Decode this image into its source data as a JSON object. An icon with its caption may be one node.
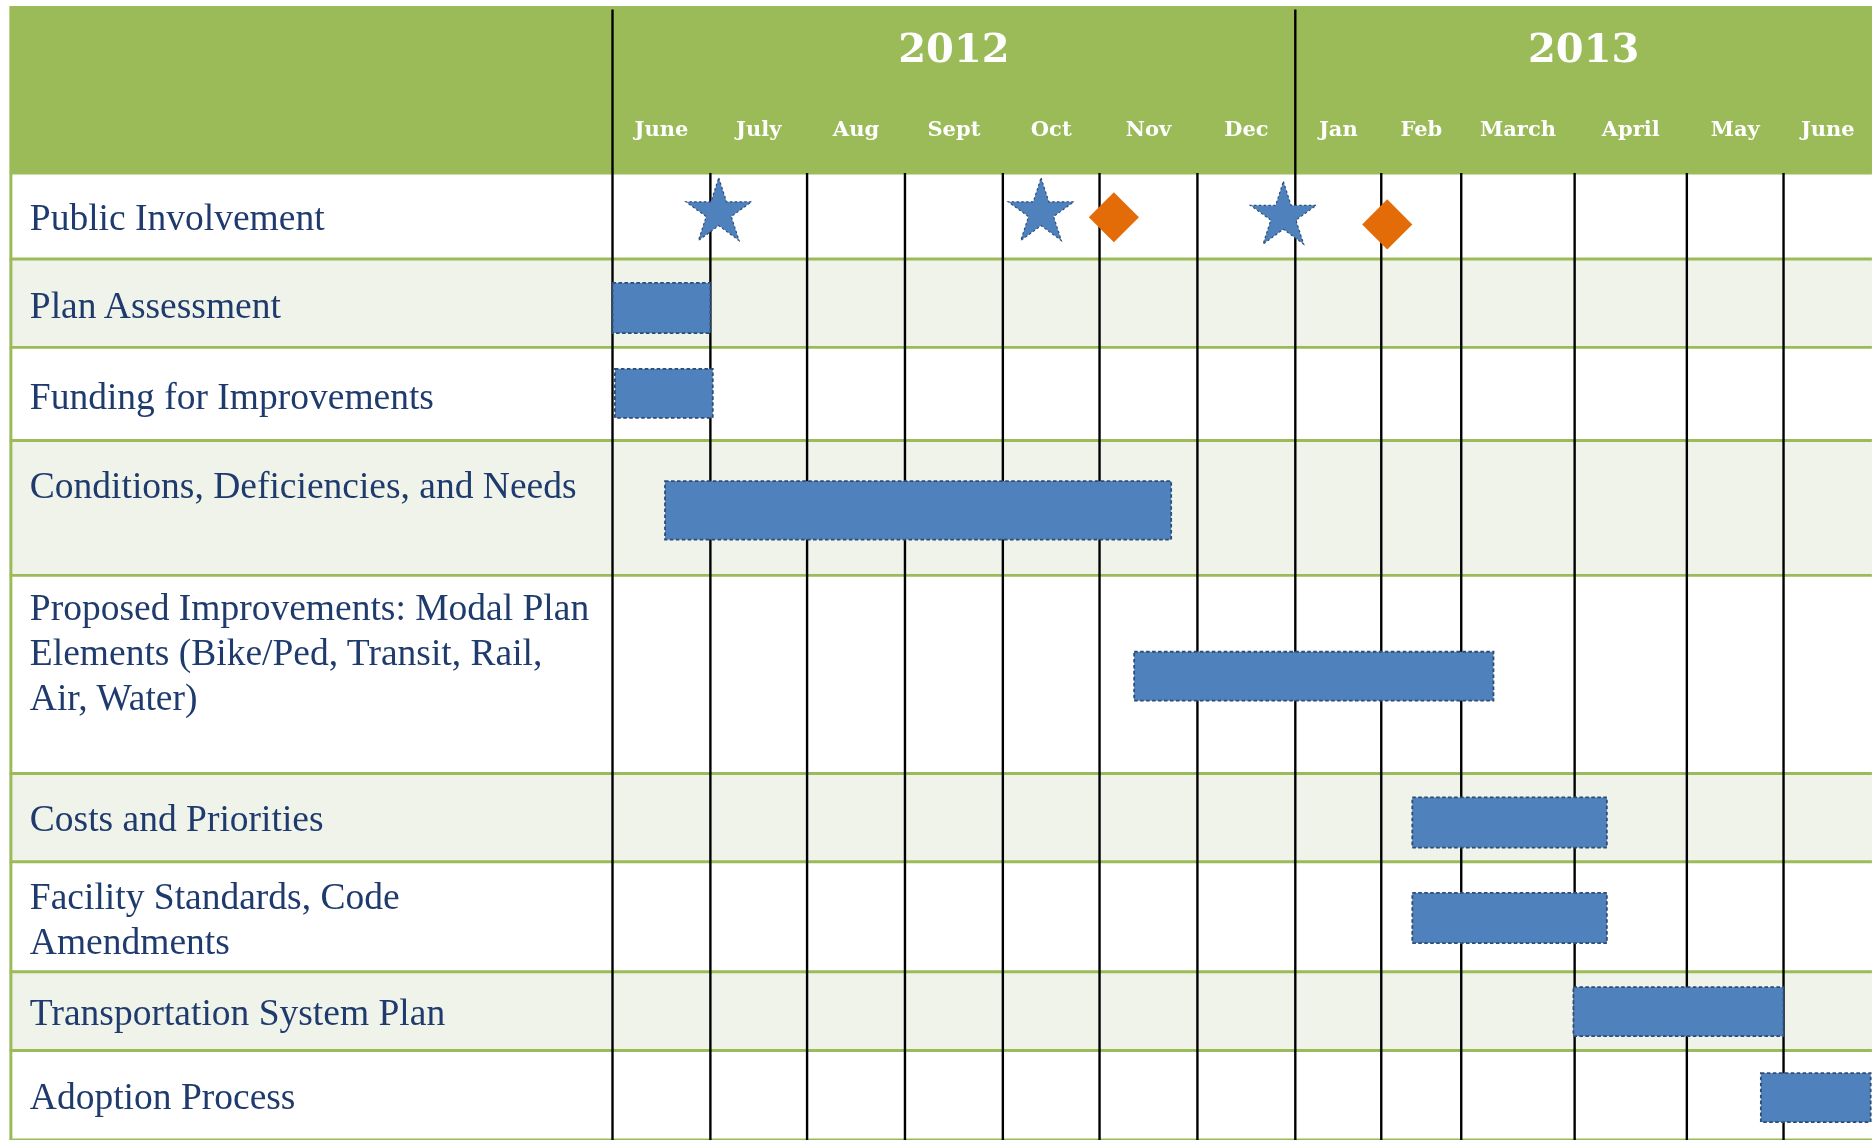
{
  "diagram": {
    "labels": [
      "2012",
      "2013",
      "June",
      "July",
      "Aug",
      "Sept",
      "Oct",
      "Nov",
      "Dec",
      "Jan",
      "Feb",
      "March",
      "April",
      "May",
      "June",
      "Public Involvement",
      "Plan Assessment",
      "Funding for Improvements",
      "Conditions, Deficiencies, and Needs",
      "Proposed Improvements: Modal Plan Elements (Bike/Ped, Transit, Rail, Air, Water)",
      "Costs and Priorities",
      "Facility Standards, Code Amendments",
      "Transportation System Plan",
      "Adoption Process"
    ]
  }
}
